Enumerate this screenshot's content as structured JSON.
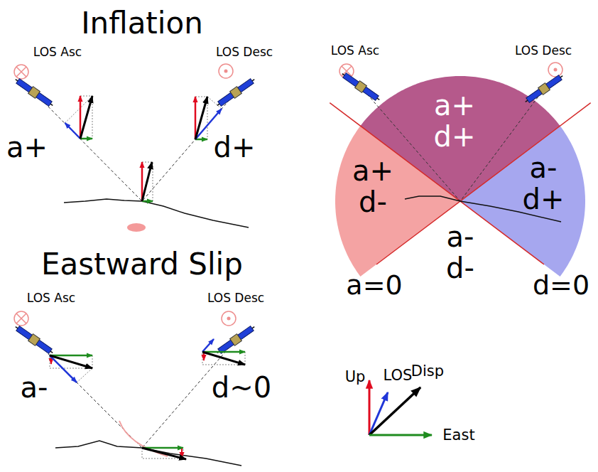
{
  "diagram": {
    "nodes": [
      {
        "text": [
          "a+ d+"
        ]
      },
      {
        "text": [
          "a+ d-"
        ]
      },
      {
        "text": [
          "a- d+"
        ]
      }
    ],
    "labels": [
      "Inflation",
      "LOS Asc",
      "LOS Desc",
      "a+",
      "d+",
      "LOS Asc",
      "LOS Desc",
      "a- d-",
      "a=0",
      "d=0",
      "Eastward Slip",
      "LOS Asc",
      "LOS Desc",
      "a-",
      "d~0"
    ],
    "legend": [
      {
        "text": "Up"
      },
      {
        "text": "LOS"
      },
      {
        "text": "Disp"
      },
      {
        "text": "East"
      }
    ]
  }
}
